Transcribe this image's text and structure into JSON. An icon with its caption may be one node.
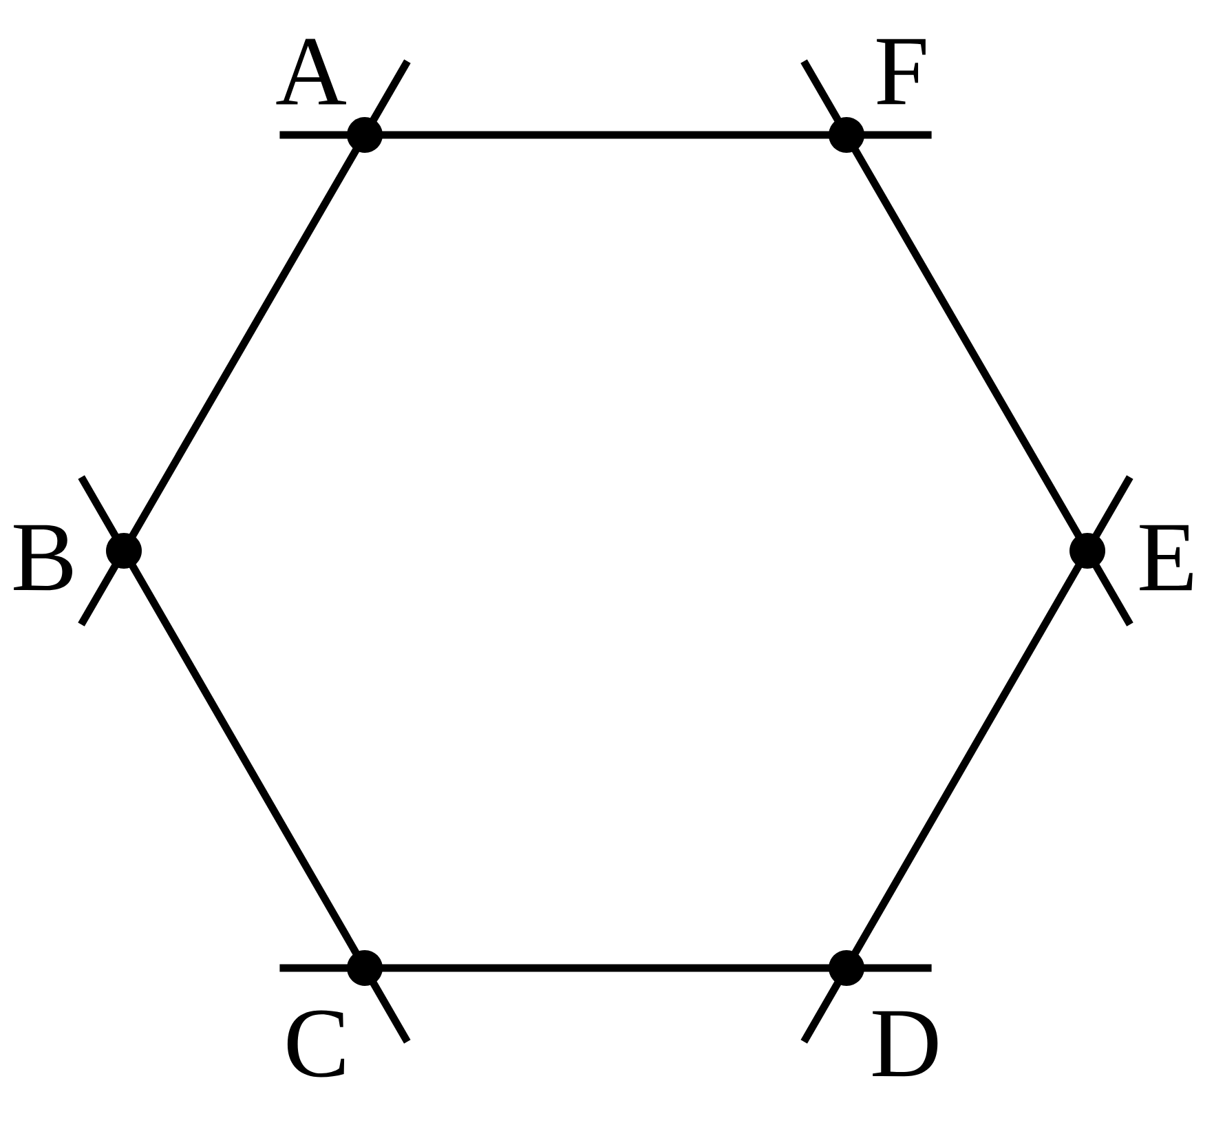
{
  "diagram": {
    "nodes": [
      {
        "text": [],
        "shape": "circle",
        "beside": [
          "A"
        ]
      },
      {
        "text": [],
        "shape": "circle",
        "beside": [
          "B"
        ]
      },
      {
        "text": [],
        "shape": "circle",
        "beside": [
          "C"
        ]
      },
      {
        "text": [],
        "shape": "circle",
        "beside": [
          "D"
        ]
      },
      {
        "text": [],
        "shape": "circle",
        "beside": [
          "E"
        ]
      },
      {
        "text": [],
        "shape": "circle",
        "beside": [
          "F"
        ]
      }
    ],
    "edges": [
      {
        "from": 0,
        "to": 1,
        "arrow": "none"
      },
      {
        "from": 1,
        "to": 2,
        "arrow": "none"
      },
      {
        "from": 2,
        "to": 3,
        "arrow": "none"
      },
      {
        "from": 3,
        "to": 4,
        "arrow": "none"
      },
      {
        "from": 4,
        "to": 5,
        "arrow": "none"
      },
      {
        "from": 5,
        "to": 0,
        "arrow": "none"
      }
    ]
  }
}
